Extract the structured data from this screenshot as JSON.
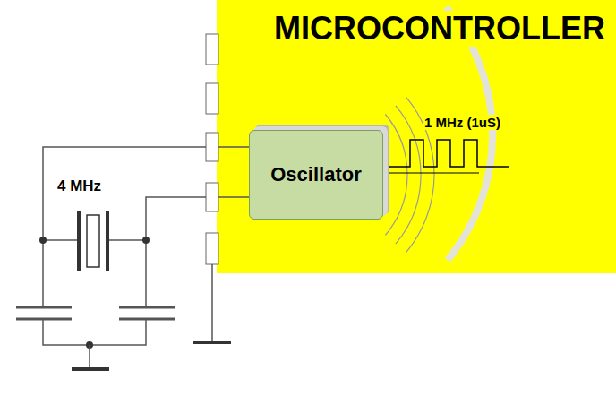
{
  "diagram": {
    "nodes": [
      {
        "text": [
          "MICROCONTROLLER"
        ]
      },
      {
        "text": [
          "Oscillator"
        ],
        "in": 0
      }
    ],
    "labels": [
      "4 MHz",
      "1 MHz (1uS)"
    ]
  }
}
